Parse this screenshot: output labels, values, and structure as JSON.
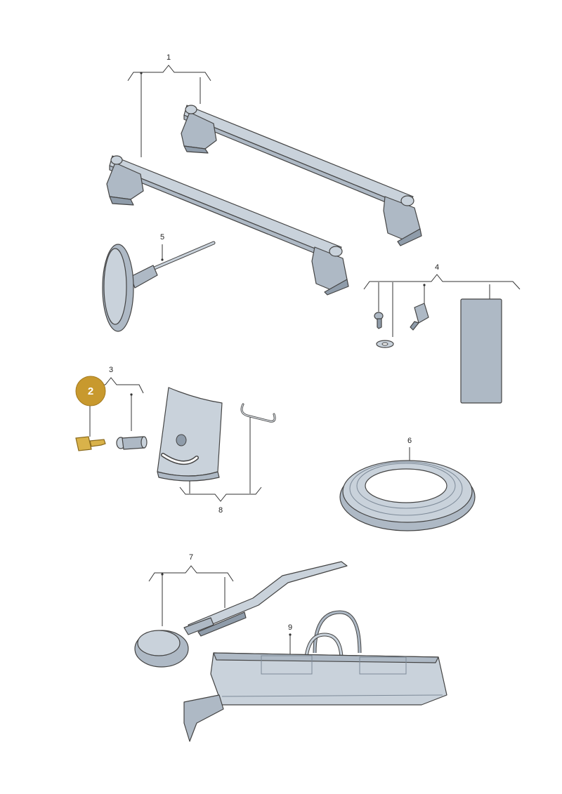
{
  "callouts": [
    {
      "id": "1",
      "label": "1"
    },
    {
      "id": "3",
      "label": "3"
    },
    {
      "id": "4",
      "label": "4"
    },
    {
      "id": "5",
      "label": "5"
    },
    {
      "id": "6",
      "label": "6"
    },
    {
      "id": "7",
      "label": "7"
    },
    {
      "id": "8",
      "label": "8"
    },
    {
      "id": "9",
      "label": "9"
    }
  ],
  "highlight": {
    "label": "2",
    "color": "#c8992e"
  },
  "colors": {
    "part_fill": "#c9d2db",
    "part_shade": "#aeb9c5",
    "outline": "#444444",
    "key": "#d9b24a"
  }
}
